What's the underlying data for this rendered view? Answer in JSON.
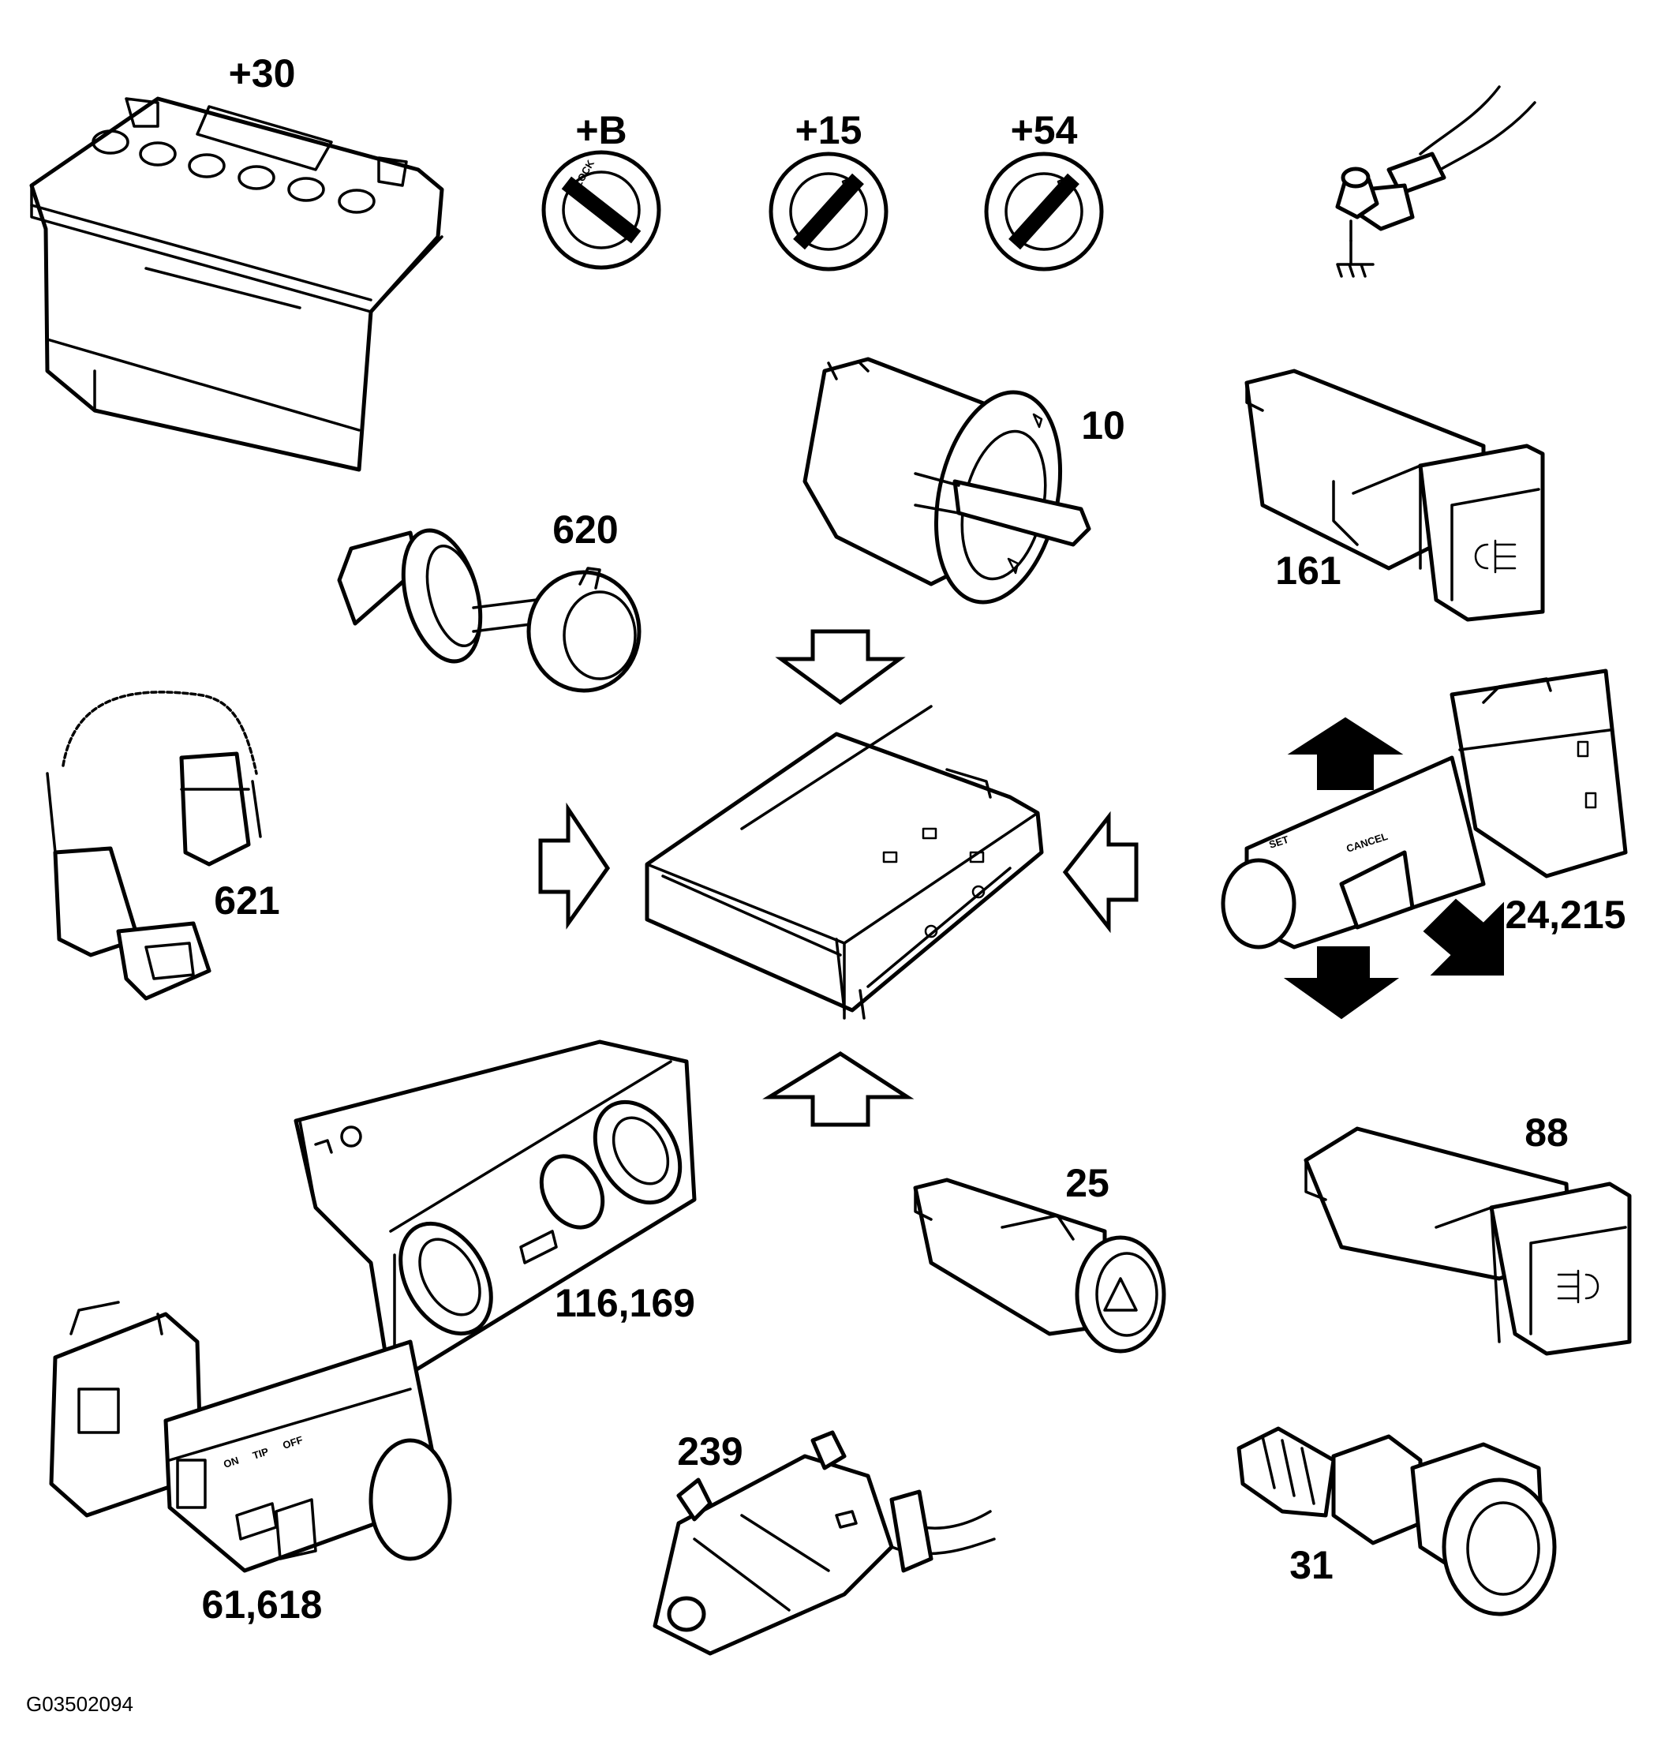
{
  "figure_id": "G03502094",
  "labels": {
    "battery": "+30",
    "ign_b": "+B",
    "ign_15": "+15",
    "ign_54": "+54",
    "light_switch": "10",
    "switch_161": "161",
    "bulb_620": "620",
    "sensor_621": "621",
    "stalk_right": "24,215",
    "heater_control": "116,169",
    "hazard_switch": "25",
    "fog_switch_88": "88",
    "wiper_stalk": "61,618",
    "wiper_motor": "239",
    "temp_sender": "31"
  },
  "ignition_glyph": "LOCK",
  "stalk_right_texts": {
    "set": "SET",
    "cancel": "CANCEL"
  },
  "wiper_stalk_texts": {
    "on": "ON",
    "tip": "TIP",
    "off": "OFF"
  }
}
